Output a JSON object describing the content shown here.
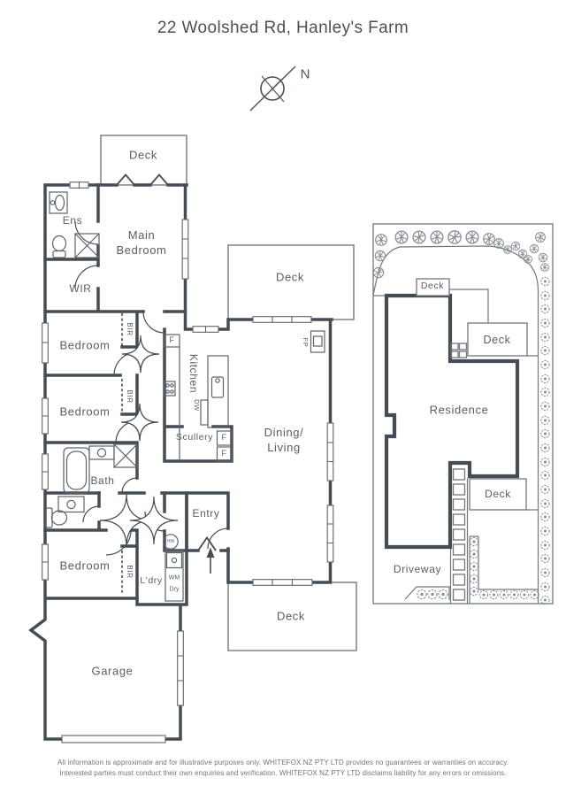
{
  "title": "22 Woolshed Rd, Hanley's Farm",
  "compass": {
    "north_label": "N"
  },
  "floorplan": {
    "deck_top": "Deck",
    "ens": "Ens",
    "main_bedroom": "Main\nBedroom",
    "wir": "WIR",
    "bedroom_1": "Bedroom",
    "bir_1": "BIR",
    "bedroom_2": "Bedroom",
    "bir_2": "BIR",
    "bath": "Bath",
    "kitchen": "Kitchen",
    "dw": "DW",
    "fridge_1": "F",
    "fridge_2": "F",
    "fridge_3": "F",
    "scullery": "Scullery",
    "dining_living": "Dining/\nLiving",
    "deck_mid": "Deck",
    "fp": "FP",
    "entry": "Entry",
    "hw": "HW",
    "wm": "WM",
    "dry": "Dry",
    "ldry": "L'dry",
    "bedroom_3": "Bedroom",
    "bir_3": "BIR",
    "garage": "Garage",
    "deck_bottom": "Deck"
  },
  "siteplan": {
    "residence": "Residence",
    "driveway": "Driveway",
    "deck_1": "Deck",
    "deck_2": "Deck",
    "deck_3": "Deck"
  },
  "footer": {
    "line1": "All information is approximate and for illustrative purposes only. WHITEFOX NZ PTY LTD provides no guarantees or warranties on accuracy.",
    "line2": "Interested parties must conduct their own enquiries and verification. WHITEFOX NZ PTY LTD disclaims liability for any errors or omissions."
  },
  "icons": {
    "compass": "compass-rose-icon",
    "entry_arrow": "up-arrow-icon",
    "toilet": "toilet-icon",
    "sink": "sink-icon",
    "shower": "shower-square-x-icon",
    "bathtub": "bathtub-icon",
    "hot_water": "hw-circle-icon",
    "washing_machine": "wm-box-icon",
    "tree": "tree-pinwheel-icon",
    "shrub": "shrub-circle-icon",
    "paver": "paver-square-icon"
  },
  "colors": {
    "wall": "#454c53",
    "thin_line": "#7b828a",
    "label": "#575e65"
  }
}
